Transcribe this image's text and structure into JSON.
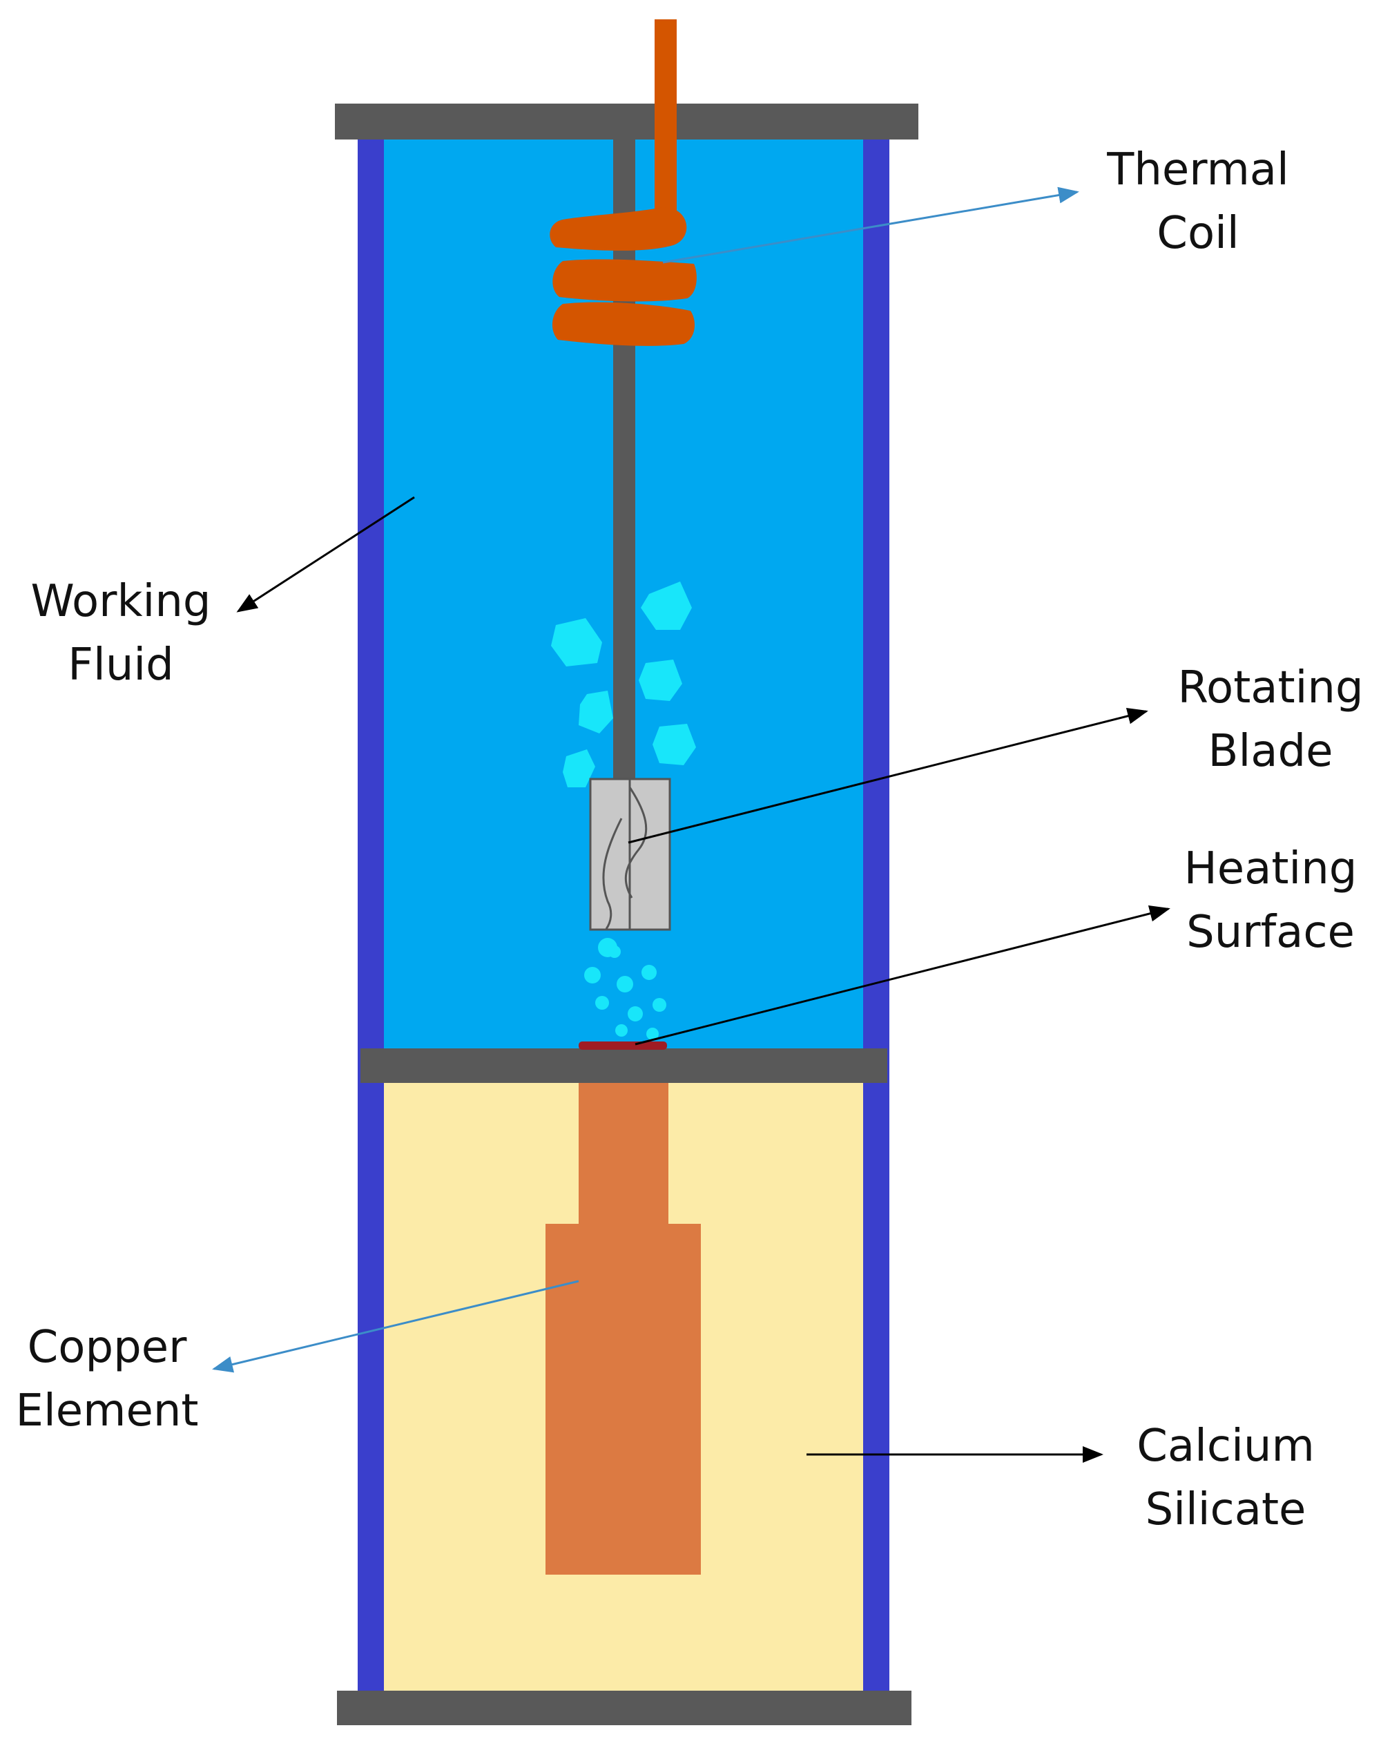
{
  "colors": {
    "working_fluid": "#00A8F0",
    "tube_wall": "#3A3FCC",
    "plate": "#595959",
    "shaft": "#595959",
    "thermal_coil": "#D45500",
    "copper_element": "#DC7A42",
    "calcium_silicate": "#FCEBA8",
    "bubbles": "#18E6FA",
    "blade": "#C8C8C8",
    "heating_surface": "#A01C24",
    "arrow_black": "#000000",
    "arrow_blue": "#3C8DC8"
  },
  "labels": {
    "thermal_coil": {
      "line1": "Thermal",
      "line2": "Coil"
    },
    "working_fluid": {
      "line1": "Working",
      "line2": "Fluid"
    },
    "rotating_blade": {
      "line1": "Rotating",
      "line2": "Blade"
    },
    "heating_surface": {
      "line1": "Heating",
      "line2": "Surface"
    },
    "copper_element": {
      "line1": "Copper",
      "line2": "Element"
    },
    "calcium_silicate": {
      "line1": "Calcium",
      "line2": "Silicate"
    }
  }
}
